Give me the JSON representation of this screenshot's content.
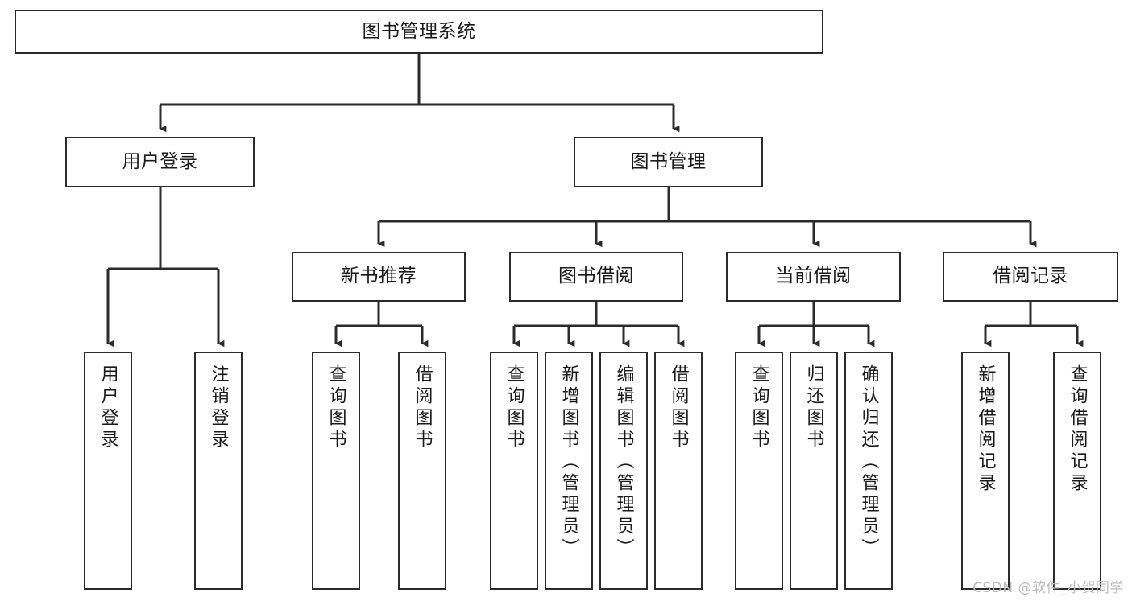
{
  "diagram": {
    "type": "tree-hierarchy-chart",
    "title": "图书管理系统",
    "watermark": "CSDN @软件_小贺同学",
    "colors": {
      "background": "#ffffff",
      "box_border": "#2b2b2b",
      "box_fill": "#ffffff",
      "connector": "#2b2b2b",
      "text": "#1a1a1a",
      "watermark": "#b9b9b9"
    },
    "root": {
      "label": "图书管理系统"
    },
    "level2": [
      {
        "label": "用户登录"
      },
      {
        "label": "图书管理"
      }
    ],
    "level3": [
      {
        "label": "新书推荐"
      },
      {
        "label": "图书借阅"
      },
      {
        "label": "当前借阅"
      },
      {
        "label": "借阅记录"
      }
    ],
    "leaves": {
      "user_login": [
        {
          "label": "用户登录"
        },
        {
          "label": "注销登录"
        }
      ],
      "new_book_recommend": [
        {
          "label": "查询图书"
        },
        {
          "label": "借阅图书"
        }
      ],
      "book_borrow": [
        {
          "label": "查询图书"
        },
        {
          "label": "新增图书（管理员）"
        },
        {
          "label": "编辑图书（管理员）"
        },
        {
          "label": "借阅图书"
        }
      ],
      "current_borrow": [
        {
          "label": "查询图书"
        },
        {
          "label": "归还图书"
        },
        {
          "label": "确认归还（管理员）"
        }
      ],
      "borrow_record": [
        {
          "label": "新增借阅记录"
        },
        {
          "label": "查询借阅记录"
        }
      ]
    }
  }
}
